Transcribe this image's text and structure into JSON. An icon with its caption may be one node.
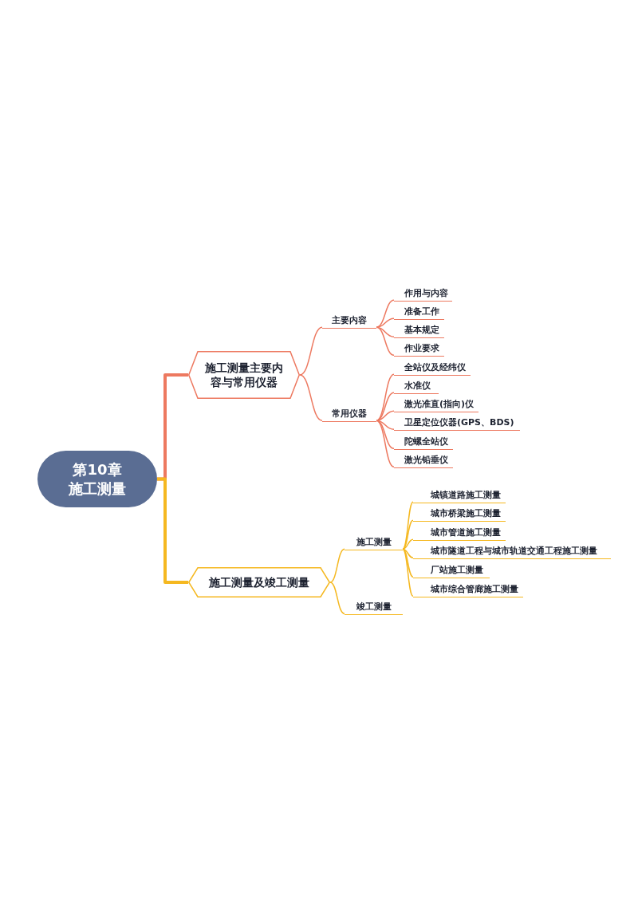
{
  "diagram": {
    "nodes": [
      {
        "text": [
          "第10章",
          "施工测量"
        ]
      },
      {
        "text": [
          "施工测量主要内容与常用仪器"
        ]
      },
      {
        "text": [
          "主要内容"
        ]
      },
      {
        "text": [
          "作用与内容"
        ]
      },
      {
        "text": [
          "准备工作"
        ]
      },
      {
        "text": [
          "基本规定"
        ]
      },
      {
        "text": [
          "作业要求"
        ]
      },
      {
        "text": [
          "常用仪器"
        ]
      },
      {
        "text": [
          "全站仪及经纬仪"
        ]
      },
      {
        "text": [
          "水准仪"
        ]
      },
      {
        "text": [
          "激光准直(指向)仪"
        ]
      },
      {
        "text": [
          "卫星定位仪器(GPS、BDS)"
        ]
      },
      {
        "text": [
          "陀螺全站仪"
        ]
      },
      {
        "text": [
          "激光铅垂仪"
        ]
      },
      {
        "text": [
          "施工测量及竣工测量"
        ]
      },
      {
        "text": [
          "施工测量"
        ]
      },
      {
        "text": [
          "城镇道路施工测量"
        ]
      },
      {
        "text": [
          "城市桥梁施工测量"
        ]
      },
      {
        "text": [
          "城市管道施工测量"
        ]
      },
      {
        "text": [
          "城市隧道工程与城市轨道交通工程施工测量"
        ]
      },
      {
        "text": [
          "厂站施工测量"
        ]
      },
      {
        "text": [
          "城市综合管廊施工测量"
        ]
      },
      {
        "text": [
          "竣工测量"
        ]
      }
    ],
    "edges": [
      {
        "from": 0,
        "to": 1,
        "arrow": "none",
        "style": "thick"
      },
      {
        "from": 0,
        "to": 14,
        "arrow": "none",
        "style": "thick",
        "color": "#f5b820"
      },
      {
        "from": 1,
        "to": 2,
        "arrow": "none"
      },
      {
        "from": 1,
        "to": 7,
        "arrow": "none"
      },
      {
        "from": 2,
        "to": 3,
        "arrow": "none"
      },
      {
        "from": 2,
        "to": 4,
        "arrow": "none"
      },
      {
        "from": 2,
        "to": 5,
        "arrow": "none"
      },
      {
        "from": 2,
        "to": 6,
        "arrow": "none"
      },
      {
        "from": 7,
        "to": 8,
        "arrow": "none"
      },
      {
        "from": 7,
        "to": 9,
        "arrow": "none"
      },
      {
        "from": 7,
        "to": 10,
        "arrow": "none"
      },
      {
        "from": 7,
        "to": 11,
        "arrow": "none"
      },
      {
        "from": 7,
        "to": 12,
        "arrow": "none"
      },
      {
        "from": 7,
        "to": 13,
        "arrow": "none"
      },
      {
        "from": 14,
        "to": 15,
        "arrow": "none",
        "color": "#f5b820"
      },
      {
        "from": 14,
        "to": 22,
        "arrow": "none",
        "color": "#f5b820"
      },
      {
        "from": 15,
        "to": 16,
        "arrow": "none",
        "color": "#f5b820"
      },
      {
        "from": 15,
        "to": 17,
        "arrow": "none",
        "color": "#f5b820"
      },
      {
        "from": 15,
        "to": 18,
        "arrow": "none",
        "color": "#f5b820"
      },
      {
        "from": 15,
        "to": 19,
        "arrow": "none",
        "color": "#f5b820"
      },
      {
        "from": 15,
        "to": 20,
        "arrow": "none",
        "color": "#f5b820"
      },
      {
        "from": 15,
        "to": 21,
        "arrow": "none",
        "color": "#f5b820"
      }
    ]
  }
}
